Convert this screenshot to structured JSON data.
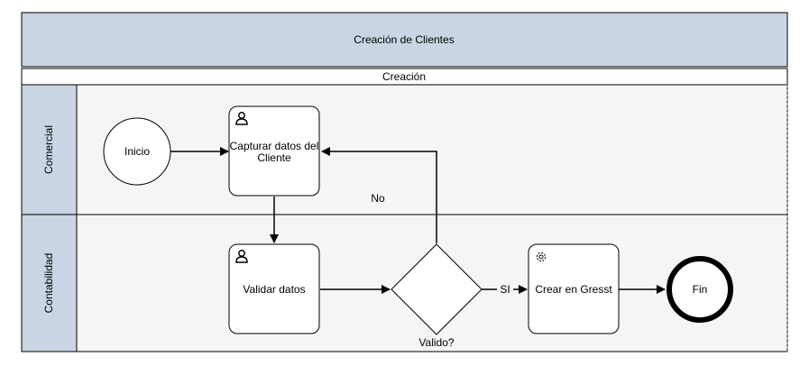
{
  "pool": {
    "title": "Creación de Clientes"
  },
  "phase": {
    "title": "Creación"
  },
  "lanes": [
    {
      "label": "Comercial"
    },
    {
      "label": "Contabilidad"
    }
  ],
  "nodes": {
    "start": {
      "label": "Inicio"
    },
    "capture_task": {
      "label_line1": "Capturar datos del",
      "label_line2": "Cliente",
      "icon": "user-icon"
    },
    "validate_task": {
      "label": "Validar datos",
      "icon": "user-icon"
    },
    "gateway": {
      "label": "Valido?"
    },
    "create_task": {
      "label": "Crear en Gresst",
      "icon": "gear-icon"
    },
    "end": {
      "label": "Fin"
    }
  },
  "edges": {
    "no_label": "No",
    "yes_label": "SI"
  },
  "colors": {
    "header_fill": "#c9d5e2",
    "lane_fill": "#f5f5f5",
    "stroke": "#000000"
  }
}
